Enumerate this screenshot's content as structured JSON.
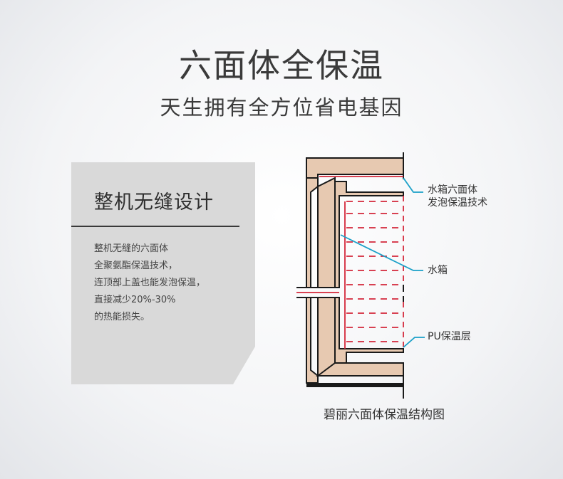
{
  "header": {
    "title": "六面体全保温",
    "subtitle": "天生拥有全方位省电基因"
  },
  "card": {
    "title": "整机无缝设计",
    "lines": [
      "整机无缝的六面体",
      "全聚氨酯保温技术，",
      "连顶部上盖也能发泡保温，",
      "直接减少20%-30%",
      "的热能损失。"
    ]
  },
  "diagram": {
    "caption": "碧丽六面体保温结构图",
    "callouts": {
      "top_line1": "水箱六面体",
      "top_line2": "发泡保温技术",
      "tank": "水箱",
      "pu": "PU保温层"
    },
    "colors": {
      "foam": "#e7c9b1",
      "outline": "#1a1a1a",
      "dash": "#d4273a",
      "leader": "#1aa0c8"
    }
  }
}
